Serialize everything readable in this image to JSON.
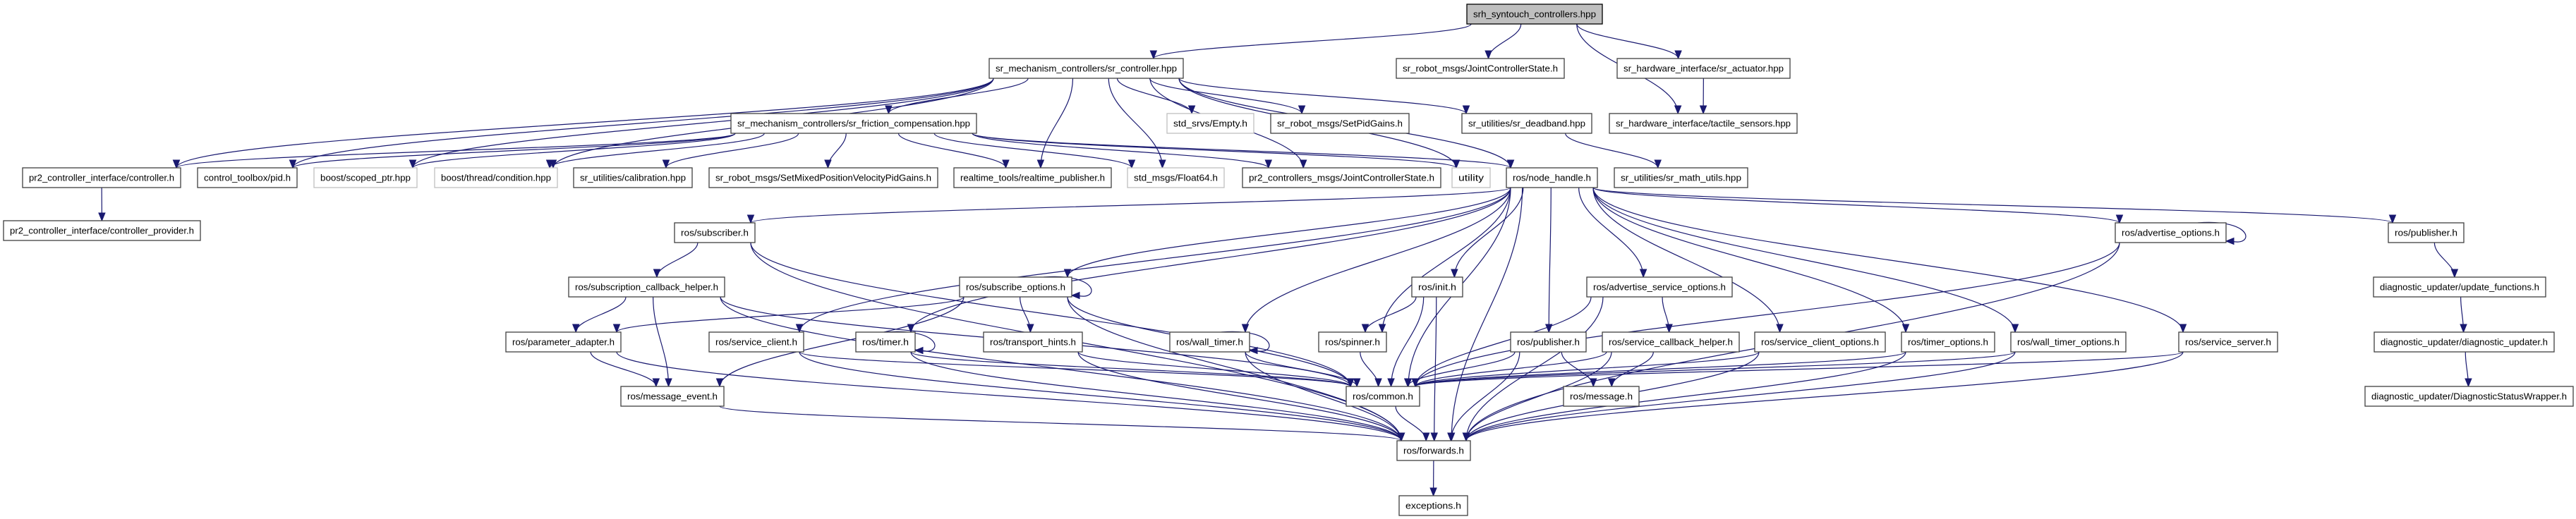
{
  "graph": {
    "edge_color": "#191970",
    "root_fill": "#bfbfbf",
    "nodes": [
      {
        "id": "n0",
        "label": "srh_syntouch_controllers.hpp",
        "style": "root"
      },
      {
        "id": "n1",
        "label": "sr_mechanism_controllers/sr_controller.hpp"
      },
      {
        "id": "n2",
        "label": "sr_robot_msgs/JointControllerState.h"
      },
      {
        "id": "n3",
        "label": "sr_hardware_interface/sr_actuator.hpp"
      },
      {
        "id": "n4",
        "label": "sr_mechanism_controllers/sr_friction_compensation.hpp"
      },
      {
        "id": "n5",
        "label": "std_srvs/Empty.h",
        "style": "nodoc"
      },
      {
        "id": "n6",
        "label": "sr_robot_msgs/SetPidGains.h"
      },
      {
        "id": "n7",
        "label": "sr_utilities/sr_deadband.hpp"
      },
      {
        "id": "n8",
        "label": "sr_hardware_interface/tactile_sensors.hpp"
      },
      {
        "id": "n9",
        "label": "pr2_controller_interface/controller.h"
      },
      {
        "id": "n10",
        "label": "control_toolbox/pid.h"
      },
      {
        "id": "n11",
        "label": "boost/scoped_ptr.hpp",
        "style": "nodoc"
      },
      {
        "id": "n12",
        "label": "boost/thread/condition.hpp",
        "style": "nodoc"
      },
      {
        "id": "n13",
        "label": "sr_utilities/calibration.hpp"
      },
      {
        "id": "n14",
        "label": "sr_robot_msgs/SetMixedPositionVelocityPidGains.h"
      },
      {
        "id": "n15",
        "label": "realtime_tools/realtime_publisher.h"
      },
      {
        "id": "n16",
        "label": "std_msgs/Float64.h",
        "style": "nodoc"
      },
      {
        "id": "n17",
        "label": "pr2_controllers_msgs/JointControllerState.h"
      },
      {
        "id": "n18",
        "label": "utility",
        "style": "nodoc"
      },
      {
        "id": "n19",
        "label": "ros/node_handle.h"
      },
      {
        "id": "n20",
        "label": "sr_utilities/sr_math_utils.hpp"
      },
      {
        "id": "n21",
        "label": "pr2_controller_interface/controller_provider.h"
      },
      {
        "id": "n22",
        "label": "ros/subscriber.h"
      },
      {
        "id": "n23",
        "label": "ros/advertise_options.h"
      },
      {
        "id": "n24",
        "label": "ros/publisher.h"
      },
      {
        "id": "n25",
        "label": "ros/subscription_callback_helper.h"
      },
      {
        "id": "n26",
        "label": "ros/subscribe_options.h"
      },
      {
        "id": "n27",
        "label": "ros/init.h"
      },
      {
        "id": "n28",
        "label": "ros/advertise_service_options.h"
      },
      {
        "id": "n29",
        "label": "diagnostic_updater/update_functions.h"
      },
      {
        "id": "n30",
        "label": "ros/parameter_adapter.h"
      },
      {
        "id": "n31",
        "label": "ros/service_client.h"
      },
      {
        "id": "n32",
        "label": "ros/timer.h"
      },
      {
        "id": "n33",
        "label": "ros/transport_hints.h"
      },
      {
        "id": "n34",
        "label": "ros/wall_timer.h"
      },
      {
        "id": "n35",
        "label": "ros/spinner.h"
      },
      {
        "id": "n36",
        "label": "ros/publisher.h"
      },
      {
        "id": "n37",
        "label": "ros/service_callback_helper.h"
      },
      {
        "id": "n38",
        "label": "ros/service_client_options.h"
      },
      {
        "id": "n39",
        "label": "ros/timer_options.h"
      },
      {
        "id": "n40",
        "label": "ros/wall_timer_options.h"
      },
      {
        "id": "n41",
        "label": "ros/service_server.h"
      },
      {
        "id": "n42",
        "label": "diagnostic_updater/diagnostic_updater.h"
      },
      {
        "id": "n43",
        "label": "ros/message_event.h"
      },
      {
        "id": "n44",
        "label": "ros/common.h"
      },
      {
        "id": "n45",
        "label": "ros/message.h"
      },
      {
        "id": "n46",
        "label": "diagnostic_updater/DiagnosticStatusWrapper.h"
      },
      {
        "id": "n47",
        "label": "ros/forwards.h"
      },
      {
        "id": "n48",
        "label": "exceptions.h"
      }
    ],
    "edges": [
      [
        "n0",
        "n1"
      ],
      [
        "n0",
        "n2"
      ],
      [
        "n0",
        "n3"
      ],
      [
        "n0",
        "n8"
      ],
      [
        "n3",
        "n8"
      ],
      [
        "n1",
        "n4"
      ],
      [
        "n1",
        "n5"
      ],
      [
        "n1",
        "n6"
      ],
      [
        "n1",
        "n7"
      ],
      [
        "n1",
        "n9"
      ],
      [
        "n1",
        "n10"
      ],
      [
        "n1",
        "n11"
      ],
      [
        "n1",
        "n12"
      ],
      [
        "n1",
        "n15"
      ],
      [
        "n1",
        "n16"
      ],
      [
        "n1",
        "n17"
      ],
      [
        "n1",
        "n18"
      ],
      [
        "n1",
        "n19"
      ],
      [
        "n4",
        "n9"
      ],
      [
        "n4",
        "n10"
      ],
      [
        "n4",
        "n11"
      ],
      [
        "n4",
        "n12"
      ],
      [
        "n4",
        "n13"
      ],
      [
        "n4",
        "n14"
      ],
      [
        "n4",
        "n15"
      ],
      [
        "n4",
        "n16"
      ],
      [
        "n4",
        "n17"
      ],
      [
        "n4",
        "n18"
      ],
      [
        "n4",
        "n19"
      ],
      [
        "n7",
        "n20"
      ],
      [
        "n9",
        "n21"
      ],
      [
        "n19",
        "n22"
      ],
      [
        "n19",
        "n26"
      ],
      [
        "n19",
        "n31"
      ],
      [
        "n19",
        "n32"
      ],
      [
        "n19",
        "n34"
      ],
      [
        "n19",
        "n27"
      ],
      [
        "n19",
        "n35"
      ],
      [
        "n19",
        "n44"
      ],
      [
        "n19",
        "n36"
      ],
      [
        "n19",
        "n28"
      ],
      [
        "n19",
        "n38"
      ],
      [
        "n19",
        "n39"
      ],
      [
        "n19",
        "n40"
      ],
      [
        "n19",
        "n41"
      ],
      [
        "n19",
        "n23"
      ],
      [
        "n19",
        "n24"
      ],
      [
        "n19",
        "n47"
      ],
      [
        "n22",
        "n25"
      ],
      [
        "n22",
        "n44"
      ],
      [
        "n22",
        "n47"
      ],
      [
        "n25",
        "n30"
      ],
      [
        "n25",
        "n43"
      ],
      [
        "n25",
        "n44"
      ],
      [
        "n25",
        "n47"
      ],
      [
        "n30",
        "n43"
      ],
      [
        "n30",
        "n47"
      ],
      [
        "n43",
        "n47"
      ],
      [
        "n26",
        "n26"
      ],
      [
        "n26",
        "n33"
      ],
      [
        "n26",
        "n44"
      ],
      [
        "n26",
        "n47"
      ],
      [
        "n26",
        "n43"
      ],
      [
        "n26",
        "n30"
      ],
      [
        "n32",
        "n32"
      ],
      [
        "n32",
        "n44"
      ],
      [
        "n32",
        "n47"
      ],
      [
        "n33",
        "n44"
      ],
      [
        "n33",
        "n47"
      ],
      [
        "n34",
        "n34"
      ],
      [
        "n34",
        "n44"
      ],
      [
        "n34",
        "n47"
      ],
      [
        "n31",
        "n44"
      ],
      [
        "n31",
        "n47"
      ],
      [
        "n27",
        "n35"
      ],
      [
        "n27",
        "n44"
      ],
      [
        "n27",
        "n47"
      ],
      [
        "n35",
        "n44"
      ],
      [
        "n36",
        "n44"
      ],
      [
        "n36",
        "n45"
      ],
      [
        "n36",
        "n47"
      ],
      [
        "n28",
        "n37"
      ],
      [
        "n28",
        "n44"
      ],
      [
        "n28",
        "n47"
      ],
      [
        "n37",
        "n45"
      ],
      [
        "n37",
        "n44"
      ],
      [
        "n37",
        "n47"
      ],
      [
        "n38",
        "n44"
      ],
      [
        "n38",
        "n47"
      ],
      [
        "n39",
        "n44"
      ],
      [
        "n39",
        "n47"
      ],
      [
        "n40",
        "n44"
      ],
      [
        "n40",
        "n47"
      ],
      [
        "n41",
        "n44"
      ],
      [
        "n41",
        "n47"
      ],
      [
        "n23",
        "n23"
      ],
      [
        "n23",
        "n44"
      ],
      [
        "n23",
        "n47"
      ],
      [
        "n44",
        "n47"
      ],
      [
        "n47",
        "n48"
      ],
      [
        "n24",
        "n29"
      ],
      [
        "n29",
        "n42"
      ],
      [
        "n42",
        "n46"
      ]
    ]
  }
}
